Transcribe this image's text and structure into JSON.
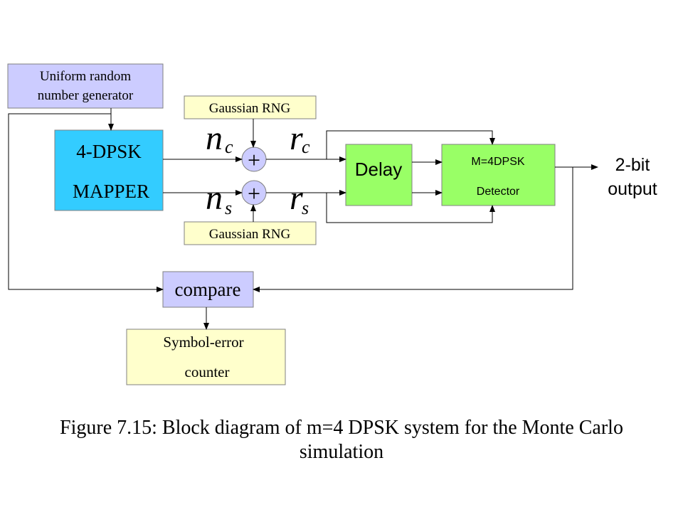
{
  "blocks": {
    "uniform_rng": {
      "line1": "Uniform random",
      "line2": "number generator",
      "color": "#ccccff"
    },
    "gaussian_rng_top": {
      "label": "Gaussian RNG",
      "color": "#ffffcc"
    },
    "gaussian_rng_bottom": {
      "label": "Gaussian RNG",
      "color": "#ffffcc"
    },
    "mapper": {
      "line1": "4-DPSK",
      "line2": "MAPPER",
      "color": "#33ccff"
    },
    "adder_top": {
      "symbol": "+"
    },
    "adder_bottom": {
      "symbol": "+"
    },
    "delay": {
      "label": "Delay",
      "color": "#99ff66"
    },
    "detector": {
      "line1": "M=4DPSK",
      "line2": "Detector",
      "color": "#99ff66"
    },
    "compare": {
      "label": "compare",
      "color": "#ccccff"
    },
    "error_counter": {
      "line1": "Symbol-error",
      "line2": "counter",
      "color": "#ffffcc"
    }
  },
  "signals": {
    "nc": {
      "base": "n",
      "sub": "c"
    },
    "rc": {
      "base": "r",
      "sub": "c"
    },
    "ns": {
      "base": "n",
      "sub": "s"
    },
    "rs": {
      "base": "r",
      "sub": "s"
    },
    "output": {
      "line1": "2-bit",
      "line2": "output"
    }
  },
  "caption": {
    "line1": "Figure 7.15: Block diagram of m=4  DPSK system for the Monte Carlo",
    "line2": "simulation"
  }
}
